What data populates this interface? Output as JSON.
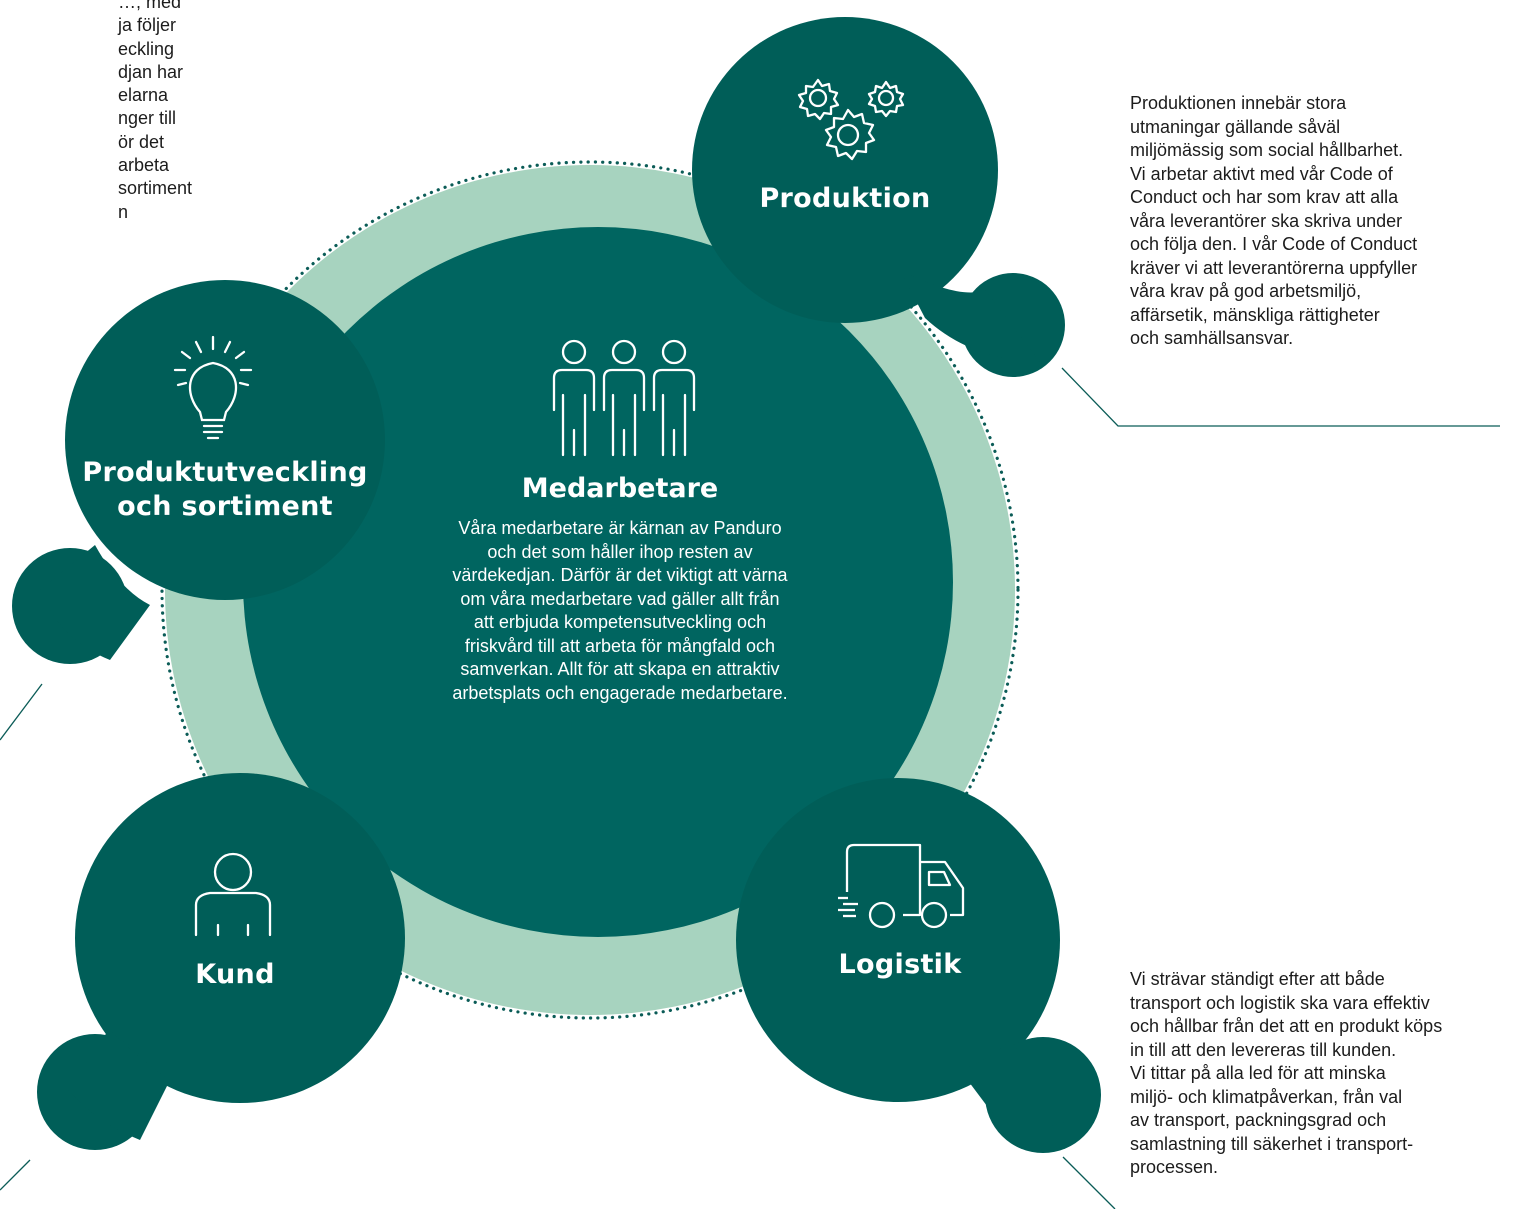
{
  "colors": {
    "dark_teal": "#005e58",
    "center_teal": "#006560",
    "ring_mint": "#a7d3bf",
    "dots": "#0b5c57",
    "text": "#1c1c1c",
    "white": "#ffffff"
  },
  "partial_left_text": [
    "…, med",
    "ja följer",
    "eckling",
    "djan har",
    "elarna",
    "nger till",
    "ör det",
    "arbeta",
    "sortiment",
    "n"
  ],
  "center": {
    "icon": "people-group-icon",
    "title": "Medarbetare",
    "body_lines": [
      "Våra medarbetare är kärnan av Panduro",
      "och det som håller ihop resten av",
      "värdekedjan. Därför är det viktigt att värna",
      "om våra medarbetare vad gäller allt från",
      "att erbjuda kompetensutveckling och",
      "friskvård till att arbeta för mångfald och",
      "samverkan. Allt för att skapa en attraktiv",
      "arbetsplats och engagerade medarbetare."
    ]
  },
  "nodes": {
    "produktion": {
      "icon": "gears-icon",
      "label_lines": [
        "Produktion"
      ]
    },
    "produktutveckling": {
      "icon": "lightbulb-icon",
      "label_lines": [
        "Produktutveckling",
        "och sortiment"
      ]
    },
    "kund": {
      "icon": "person-icon",
      "label_lines": [
        "Kund"
      ]
    },
    "logistik": {
      "icon": "truck-icon",
      "label_lines": [
        "Logistik"
      ]
    }
  },
  "descriptions": {
    "produktion": [
      "Produktionen innebär stora",
      "utmaningar gällande såväl",
      "miljömässig som social hållbarhet.",
      "Vi arbetar aktivt med vår Code of",
      "Conduct och har som krav att alla",
      "våra leverantörer ska skriva under",
      "och följa den. I vår Code of Conduct",
      "kräver vi att leverantörerna uppfyller",
      "våra krav på god arbetsmiljö,",
      "affärsetik, mänskliga rättigheter",
      "och samhällsansvar."
    ],
    "logistik": [
      "Vi strävar ständigt efter att både",
      "transport och logistik ska vara effektiv",
      "och hållbar från det att en produkt köps",
      "in till att den levereras till kunden.",
      "Vi tittar på alla led för att minska",
      "miljö- och klimatpåverkan, från val",
      "av transport, packningsgrad och",
      "samlastning till säkerhet i transport-",
      "processen."
    ]
  }
}
